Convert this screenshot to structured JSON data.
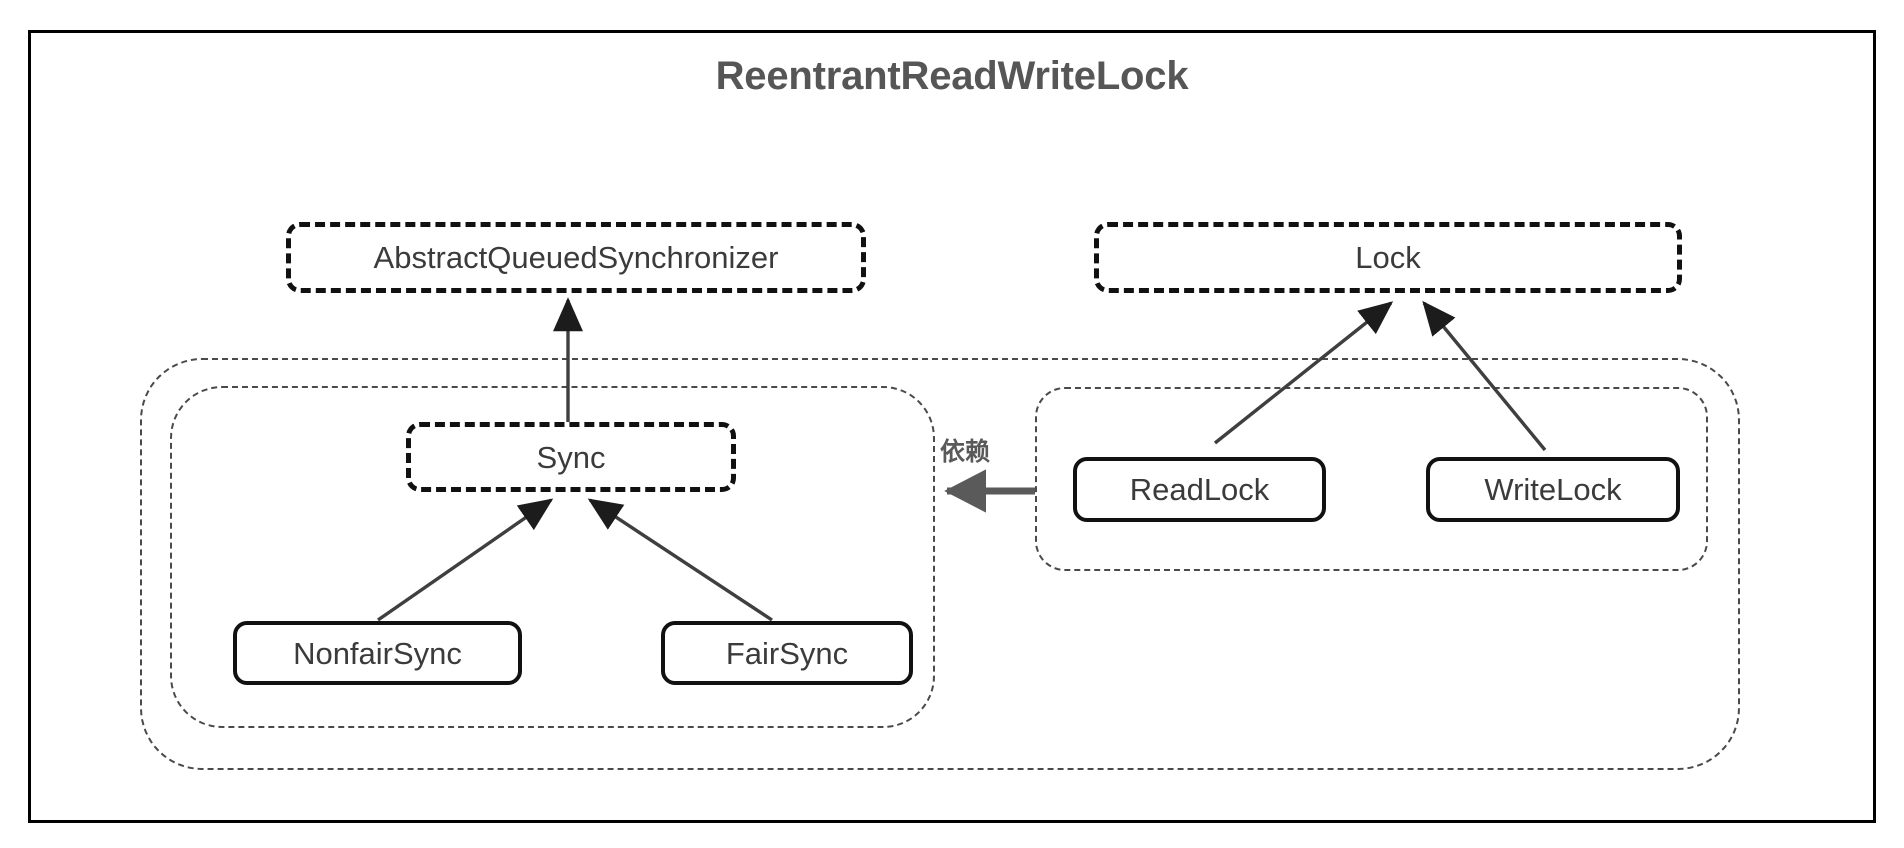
{
  "diagram": {
    "title": "ReentrantReadWriteLock",
    "title_color": "#565656",
    "frame_color": "#000000",
    "background": "#ffffff",
    "type": "uml-class-diagram"
  },
  "nodes": {
    "aqs": {
      "label": "AbstractQueuedSynchronizer",
      "style": "abstract"
    },
    "lock": {
      "label": "Lock",
      "style": "abstract"
    },
    "sync": {
      "label": "Sync",
      "style": "abstract"
    },
    "nonfair_sync": {
      "label": "NonfairSync",
      "style": "concrete"
    },
    "fair_sync": {
      "label": "FairSync",
      "style": "concrete"
    },
    "read_lock": {
      "label": "ReadLock",
      "style": "concrete"
    },
    "write_lock": {
      "label": "WriteLock",
      "style": "concrete"
    }
  },
  "edges": {
    "dependency_label": "依赖",
    "dependency_color": "#5a5a5a",
    "inheritance_color": "#3f3f3f",
    "relations": [
      {
        "from": "sync",
        "to": "aqs",
        "kind": "inheritance"
      },
      {
        "from": "nonfair_sync",
        "to": "sync",
        "kind": "inheritance"
      },
      {
        "from": "fair_sync",
        "to": "sync",
        "kind": "inheritance"
      },
      {
        "from": "read_lock",
        "to": "lock",
        "kind": "inheritance"
      },
      {
        "from": "write_lock",
        "to": "lock",
        "kind": "inheritance"
      },
      {
        "from": "read_lock",
        "to": "sync",
        "kind": "dependency",
        "label": "依赖"
      }
    ]
  },
  "groups": {
    "outer": {
      "name": "ReentrantReadWriteLock container"
    },
    "sync": {
      "name": "Sync hierarchy container"
    },
    "locks": {
      "name": "Lock implementations container"
    }
  }
}
